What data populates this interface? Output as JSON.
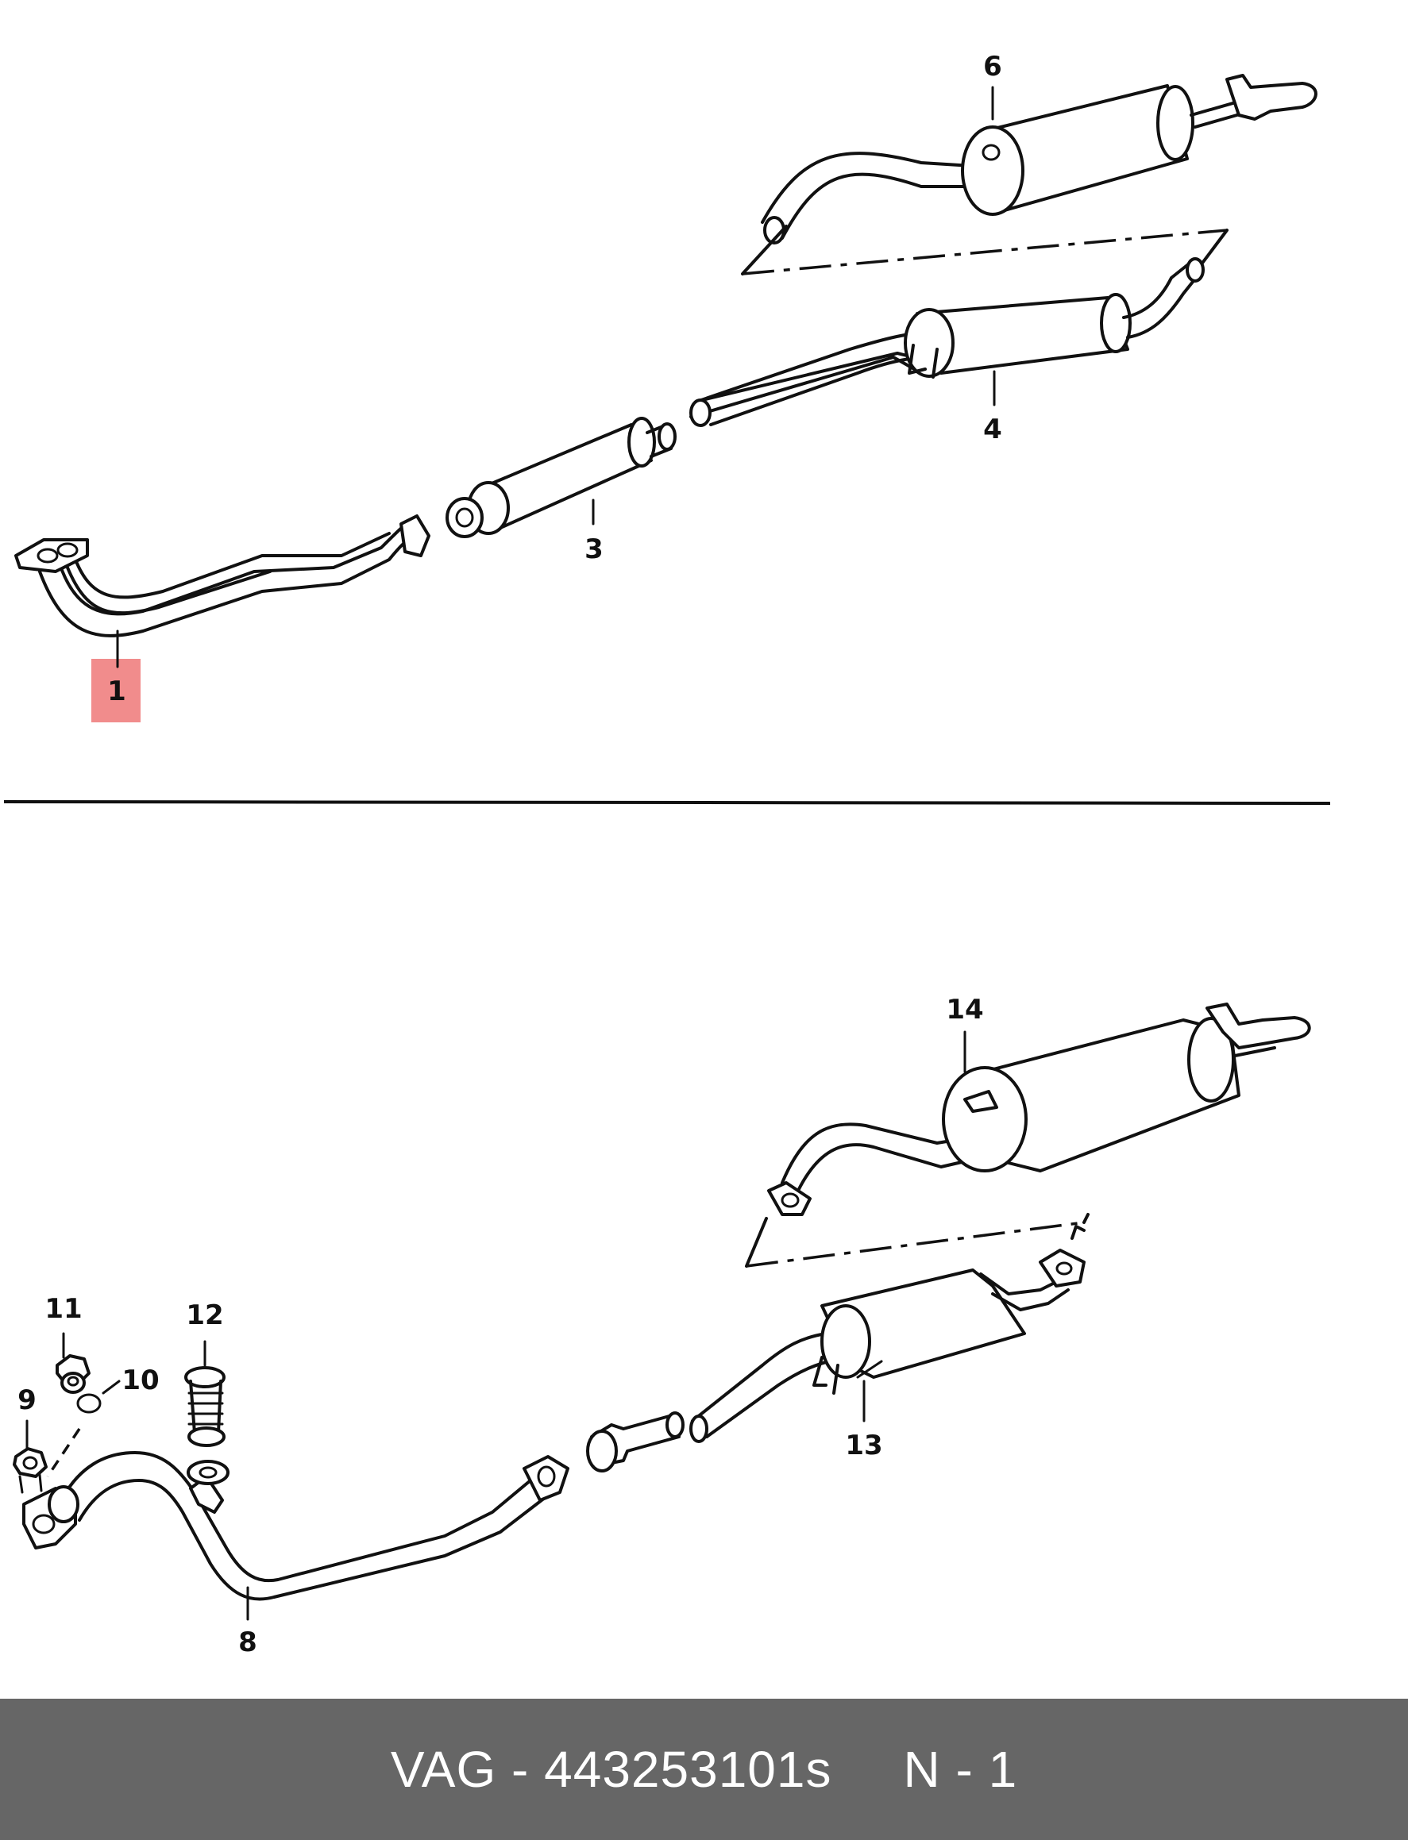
{
  "diagram": {
    "labels": {
      "p1": "1",
      "p3": "3",
      "p4": "4",
      "p6": "6",
      "p8": "8",
      "p9": "9",
      "p10": "10",
      "p11": "11",
      "p12": "12",
      "p13": "13",
      "p14": "14"
    },
    "highlight_color": "#f08080"
  },
  "footer": {
    "brand_part": "VAG - 443253101s",
    "quantity": "N - 1",
    "background": "#666666"
  }
}
